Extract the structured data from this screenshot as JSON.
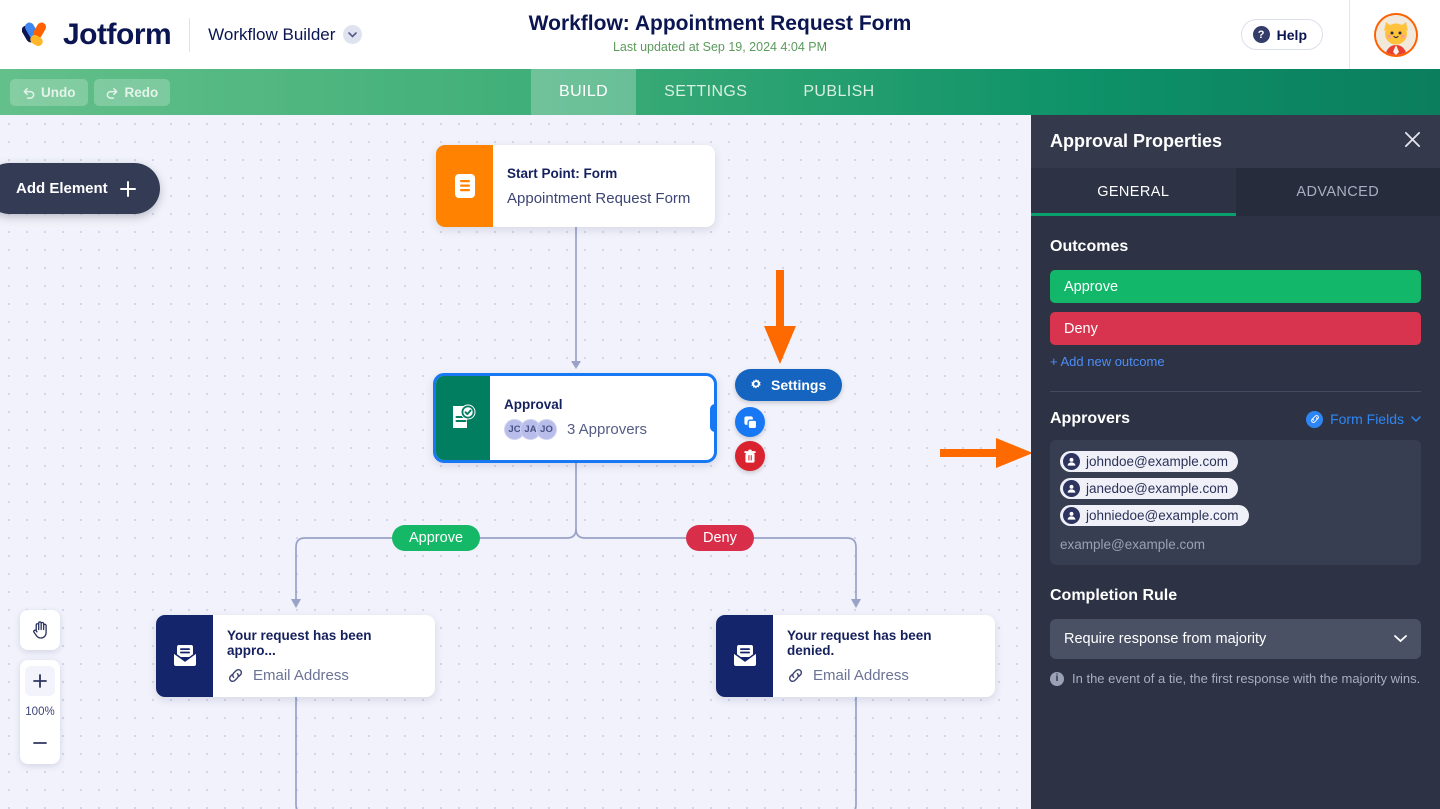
{
  "header": {
    "brand": "Jotform",
    "product": "Workflow Builder",
    "title": "Workflow: Appointment Request Form",
    "subtitle": "Last updated at Sep 19, 2024 4:04 PM",
    "help_label": "Help",
    "help_icon": "question-circle-icon",
    "product_chevron_icon": "chevron-down-icon",
    "avatar_icon": "user-avatar-cat"
  },
  "toolbar": {
    "undo_label": "Undo",
    "redo_label": "Redo",
    "undo_icon": "undo-arrow-icon",
    "redo_icon": "redo-arrow-icon",
    "tabs": [
      {
        "label": "BUILD",
        "active": true
      },
      {
        "label": "SETTINGS",
        "active": false
      },
      {
        "label": "PUBLISH",
        "active": false
      }
    ]
  },
  "canvas": {
    "add_element_label": "Add Element",
    "add_element_icon": "plus-icon",
    "zoom_level": "100%",
    "hand_tool_icon": "hand-icon",
    "zoom_in_icon": "plus-icon",
    "zoom_out_icon": "minus-icon",
    "nodes": {
      "start": {
        "title": "Start Point: Form",
        "subtitle": "Appointment Request Form",
        "icon": "form-document-icon",
        "icon_color": "#FF8200"
      },
      "approval": {
        "title": "Approval",
        "approvers_count": "3 Approvers",
        "avatars": [
          "JC",
          "JA",
          "JO"
        ],
        "icon": "approval-check-document-icon",
        "icon_color": "#017D60",
        "selected": true
      },
      "approve_mail": {
        "title": "Your request has been appro...",
        "subtitle": "Email Address",
        "icon": "envelope-icon",
        "subtitle_icon": "link-icon",
        "icon_color": "#14256B"
      },
      "deny_mail": {
        "title": "Your request has been denied.",
        "subtitle": "Email Address",
        "icon": "envelope-icon",
        "subtitle_icon": "link-icon",
        "icon_color": "#14256B"
      }
    },
    "branch_labels": {
      "approve": "Approve",
      "deny": "Deny"
    },
    "actions": {
      "settings_label": "Settings",
      "settings_icon": "gear-icon",
      "copy_icon": "duplicate-icon",
      "delete_icon": "trash-icon"
    },
    "annotations": {
      "arrow_to_settings": "orange-arrow-down",
      "arrow_to_approvers": "orange-arrow-right"
    }
  },
  "panel": {
    "title": "Approval Properties",
    "close_icon": "close-icon",
    "tabs": [
      {
        "label": "GENERAL",
        "active": true
      },
      {
        "label": "ADVANCED",
        "active": false
      }
    ],
    "outcomes": {
      "heading": "Outcomes",
      "items": [
        {
          "label": "Approve",
          "color": "#12B76A"
        },
        {
          "label": "Deny",
          "color": "#D9344F"
        }
      ],
      "add_label": "+ Add new outcome"
    },
    "approvers": {
      "heading": "Approvers",
      "form_fields_label": "Form Fields",
      "form_fields_icon": "link-circle-icon",
      "form_fields_chevron_icon": "chevron-down-icon",
      "chips": [
        "johndoe@example.com",
        "janedoe@example.com",
        "johniedoe@example.com"
      ],
      "placeholder": "example@example.com"
    },
    "completion_rule": {
      "heading": "Completion Rule",
      "selected": "Require response from majority",
      "chevron_icon": "chevron-down-icon",
      "hint": "In the event of a tie, the first response with the majority wins.",
      "hint_icon": "info-icon"
    }
  }
}
